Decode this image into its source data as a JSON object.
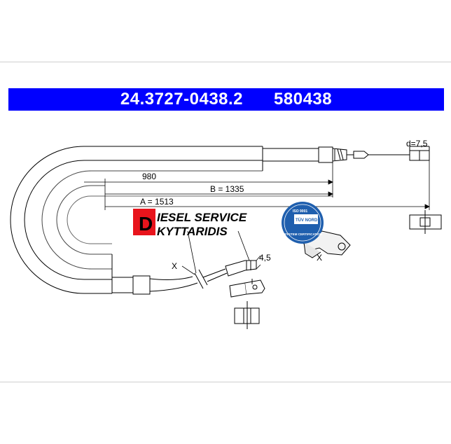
{
  "header": {
    "part_number": "24.3727-0438.2",
    "ref_number": "580438"
  },
  "dimensions": {
    "d_label": "d=7,5",
    "dim_980": "980",
    "dim_b": "B = 1335",
    "dim_a": "A = 1513",
    "dim_45": "4,5",
    "x_marker_left": "X",
    "x_marker_right": "X"
  },
  "watermark": {
    "initial": "D",
    "line1": "IESEL  SERVICE",
    "line2": "KYTTARIDIS",
    "seal_top": "ISO 9001",
    "seal_brand": "TÜV NORD",
    "seal_bottom": "SYSTEM CERTIFICATION"
  },
  "colors": {
    "header_bg": "#0000ff",
    "header_text": "#ffffff",
    "logo_red": "#e8141c",
    "seal_blue": "#1f5fae"
  }
}
